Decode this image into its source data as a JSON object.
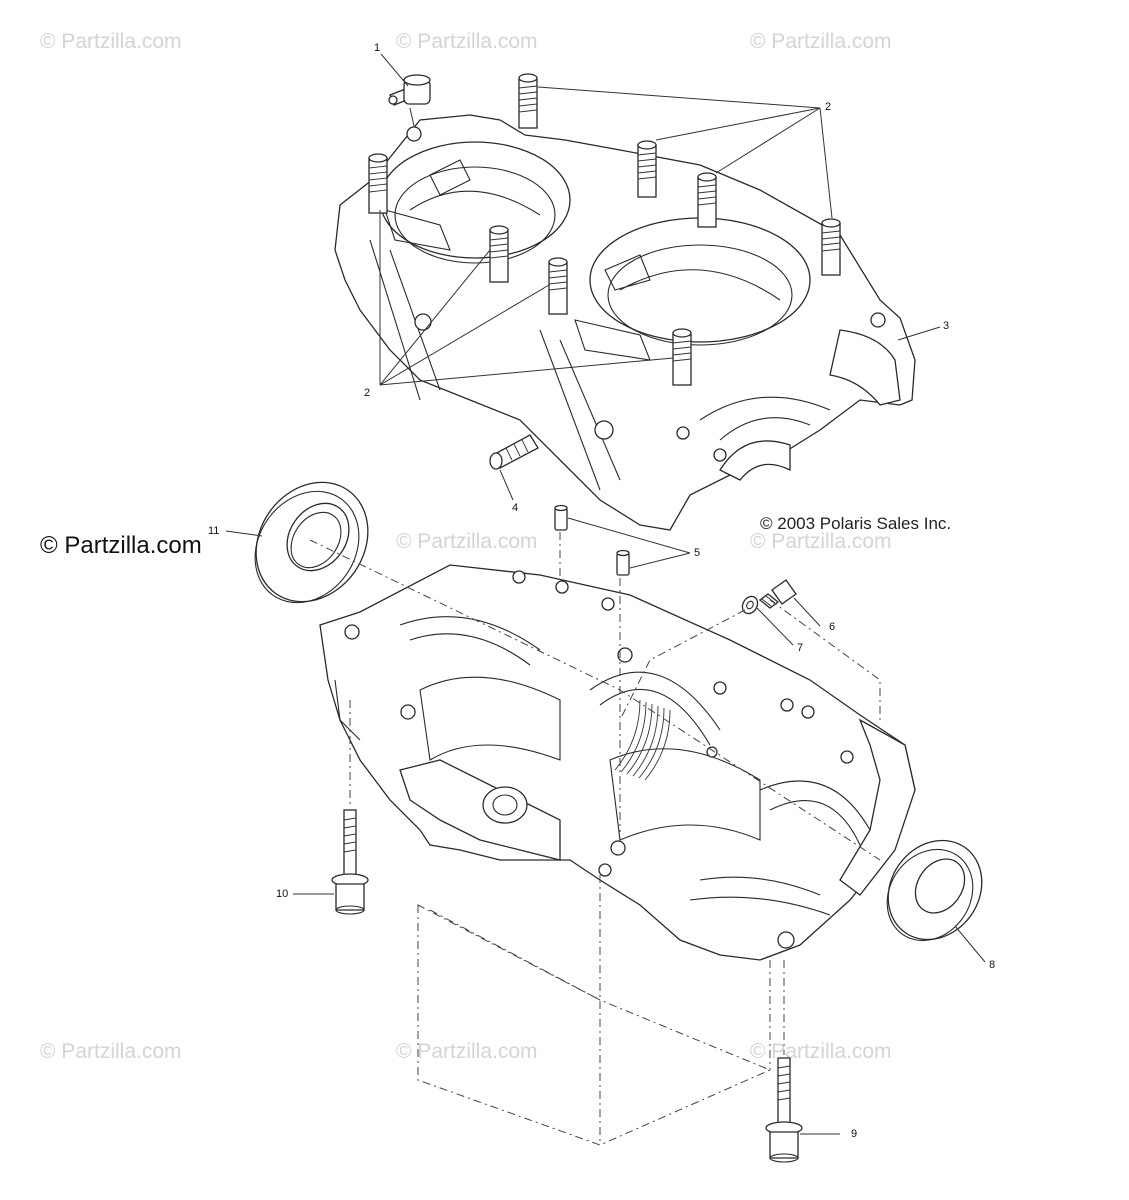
{
  "watermark_text": "© Partzilla.com",
  "main_watermark": "© Partzilla.com",
  "copyright": "© 2003 Polaris Sales Inc.",
  "callouts": {
    "c1": "1",
    "c2a": "2",
    "c2b": "2",
    "c3": "3",
    "c4": "4",
    "c5": "5",
    "c6": "6",
    "c7": "7",
    "c8": "8",
    "c9": "9",
    "c10": "10",
    "c11": "11"
  }
}
